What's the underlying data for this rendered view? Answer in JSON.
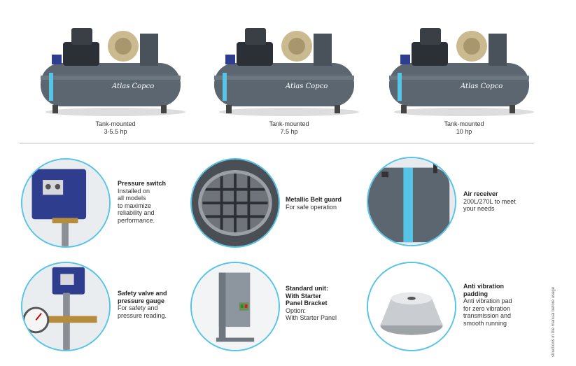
{
  "brand": {
    "logo_text": "Atlas Copco"
  },
  "products": [
    {
      "line1": "Tank-mounted",
      "line2": "3-5.5 hp"
    },
    {
      "line1": "Tank-mounted",
      "line2": "7.5 hp"
    },
    {
      "line1": "Tank-mounted",
      "line2": "10 hp"
    }
  ],
  "features": [
    {
      "title": "Pressure switch",
      "desc": "Installed on\nall models\nto maximize\nreliability and\nperformance.",
      "icon": "pressure-switch-image"
    },
    {
      "title": "Metallic Belt guard",
      "desc": "For safe operation",
      "icon": "belt-guard-image"
    },
    {
      "title": "Air receiver",
      "desc": "200L/270L to meet\nyour needs",
      "icon": "air-receiver-image"
    },
    {
      "title": "Safety valve and\npressure gauge",
      "desc": "For safety and\npressure reading.",
      "icon": "safety-valve-image"
    },
    {
      "title": "Standard unit:\nWith Starter\nPanel Bracket",
      "desc": "Option:\nWith Starter Panel",
      "icon": "starter-panel-image"
    },
    {
      "title": "Anti vibration\npadding",
      "desc": "Anti vibration pad\nfor zero vibration\ntransmission and\nsmooth running",
      "icon": "anti-vibration-pad-image"
    }
  ],
  "side_note": "structions in the manual before usage",
  "colors": {
    "accent": "#56c4e6",
    "tank": "#5b6670",
    "motor_blue": "#2f3d8f"
  }
}
